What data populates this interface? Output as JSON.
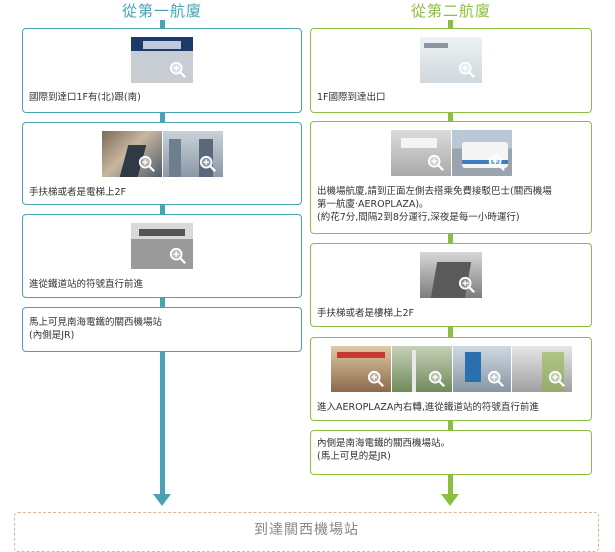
{
  "terminal1": {
    "title": "從第一航廈",
    "steps": [
      {
        "caption": "國際到達口1F有(北)跟(南)"
      },
      {
        "caption": "手扶梯或者是電梯上2F"
      },
      {
        "caption": "進從鐵道站的符號直行前進"
      },
      {
        "caption_lines": [
          "馬上可見南海電鐵的關西機場站",
          "(內側是JR)"
        ]
      }
    ]
  },
  "terminal2": {
    "title": "從第二航廈",
    "steps": [
      {
        "caption": "1F國際到達出口"
      },
      {
        "caption_lines": [
          "出機場航廈,請到正面左側去搭乘免費接駁巴士(關西機場",
          "第一航廈‧AEROPLAZA)。",
          "(約花7分,間隔2到8分運行,深夜是每一小時運行)"
        ]
      },
      {
        "caption": "手扶梯或者是樓梯上2F"
      },
      {
        "caption": "進入AEROPLAZA內右轉,進從鐵道站的符號直行前進"
      },
      {
        "caption_lines": [
          "內側是南海電鐵的關西機場站。",
          "(馬上可見的是JR)"
        ]
      }
    ]
  },
  "final": {
    "label": "到達關西機場站"
  },
  "colors": {
    "terminal1": "#4aa3b3",
    "terminal2": "#8cbf3f",
    "final_border": "#d8b98e"
  },
  "icons": {
    "zoom": "magnifier-plus-icon"
  }
}
